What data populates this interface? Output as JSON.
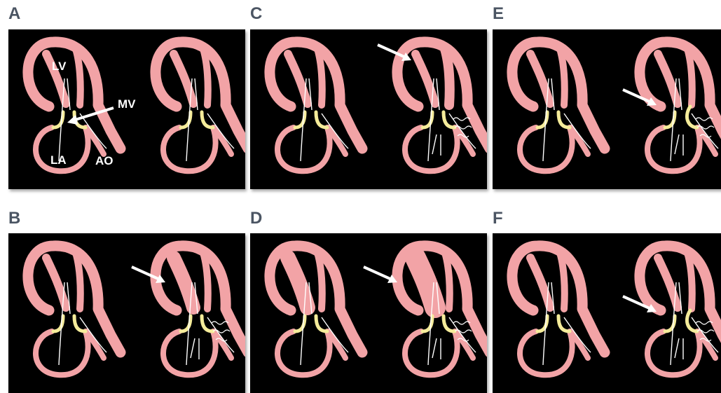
{
  "colors": {
    "background": "#000000",
    "myocardium": "#f2a3a6",
    "valve": "#f5ec9a",
    "arrow": "#ffffff",
    "panel_letter": "#4b5563"
  },
  "panels": [
    {
      "id": "A",
      "letter": "A"
    },
    {
      "id": "B",
      "letter": "B"
    },
    {
      "id": "C",
      "letter": "C"
    },
    {
      "id": "D",
      "letter": "D"
    },
    {
      "id": "E",
      "letter": "E"
    },
    {
      "id": "F",
      "letter": "F"
    }
  ],
  "labels": {
    "lv": "LV",
    "la": "LA",
    "mv": "MV",
    "ao": "AO"
  }
}
